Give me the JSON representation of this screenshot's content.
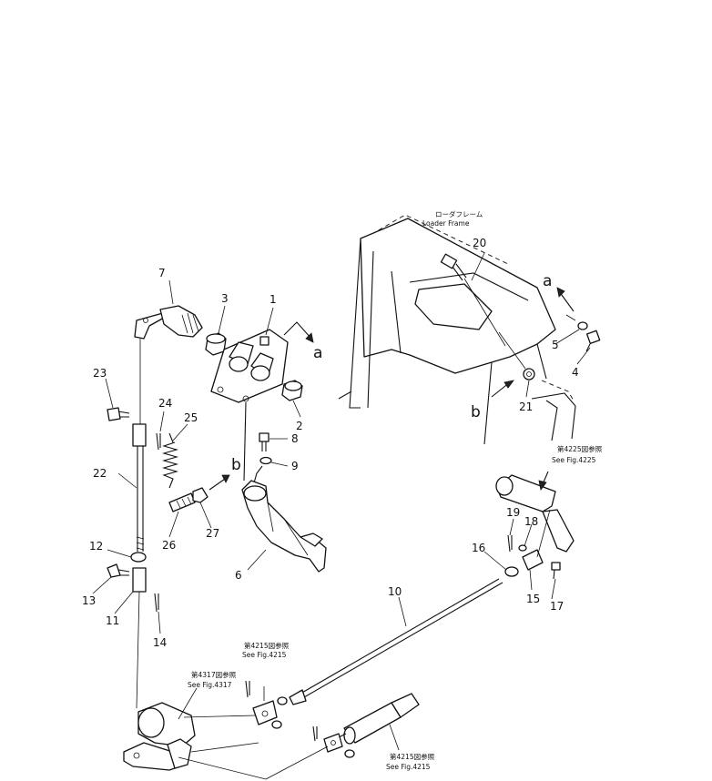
{
  "callouts": {
    "n1": "1",
    "n2": "2",
    "n3": "3",
    "n4": "4",
    "n5": "5",
    "n6": "6",
    "n7": "7",
    "n8": "8",
    "n9": "9",
    "n10": "10",
    "n11": "11",
    "n12": "12",
    "n13": "13",
    "n14": "14",
    "n15": "15",
    "n16": "16",
    "n17": "17",
    "n18": "18",
    "n19": "19",
    "n20": "20",
    "n21": "21",
    "n22": "22",
    "n23": "23",
    "n24": "24",
    "n25": "25",
    "n26": "26",
    "n27": "27"
  },
  "markers": {
    "a1": "a",
    "a2": "a",
    "b1": "b",
    "b2": "b"
  },
  "notes": {
    "loader_frame_jp": "ローダフレーム",
    "loader_frame_en": "Loader Frame",
    "fig4225_top_jp": "第4225図参照",
    "fig4225_top_en": "See Fig.4225",
    "fig4215_mid_jp": "第4215図参照",
    "fig4215_mid_en": "See Fig.4215",
    "fig4317_jp": "第4317図参照",
    "fig4317_en": "See Fig.4317",
    "fig4215_bot_jp": "第4215図参照",
    "fig4215_bot_en": "See Fig.4215"
  }
}
